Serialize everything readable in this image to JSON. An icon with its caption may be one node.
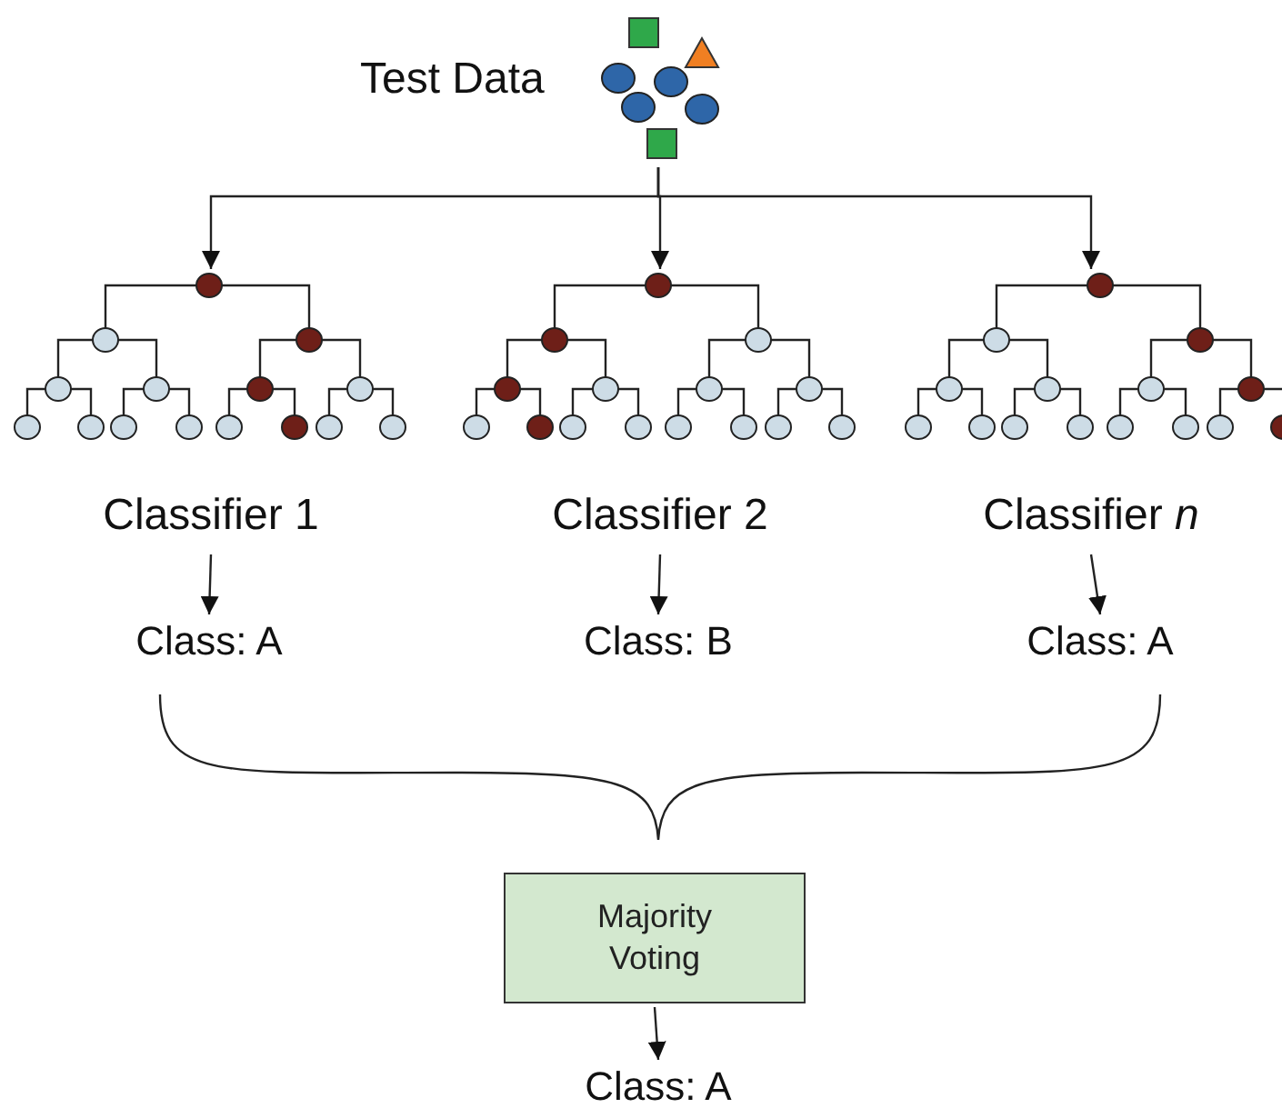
{
  "diagram": {
    "nodes": [
      {
        "text": [
          "Test Data"
        ]
      },
      {
        "text": [
          "Classifier 1"
        ]
      },
      {
        "text": [
          "Classifier 2"
        ]
      },
      {
        "text": [
          "Classifier *n*"
        ]
      },
      {
        "text": [
          "Class: A"
        ]
      },
      {
        "text": [
          "Class: B"
        ]
      },
      {
        "text": [
          "Class: A"
        ]
      },
      {
        "text": [
          "Majority Voting"
        ]
      },
      {
        "text": [
          "Class: A"
        ]
      }
    ],
    "edges": [
      {
        "from": 0,
        "to": 1,
        "arrow": "to"
      },
      {
        "from": 0,
        "to": 2,
        "arrow": "to"
      },
      {
        "from": 0,
        "to": 3,
        "arrow": "to"
      },
      {
        "from": 1,
        "to": 4,
        "arrow": "to"
      },
      {
        "from": 2,
        "to": 5,
        "arrow": "to"
      },
      {
        "from": 3,
        "to": 6,
        "arrow": "to"
      },
      {
        "from": 7,
        "to": 8,
        "arrow": "to"
      }
    ]
  }
}
